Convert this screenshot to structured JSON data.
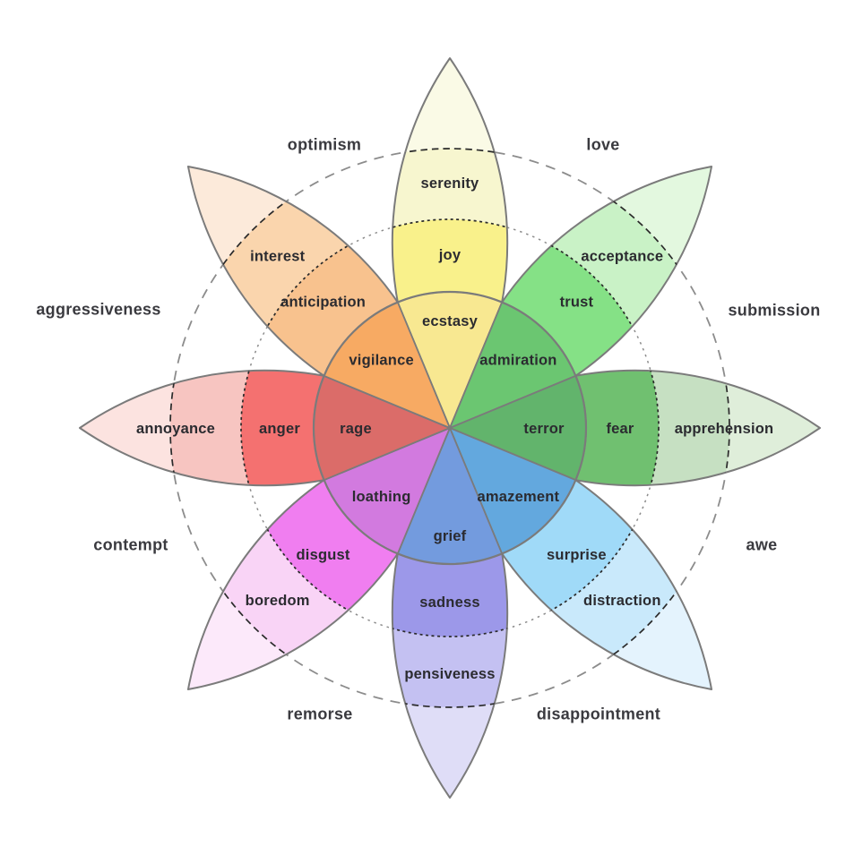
{
  "diagram": {
    "type": "plutchik-wheel-of-emotions",
    "background": "#ffffff",
    "stroke": {
      "outline": "#7b7b7b",
      "dashed_circles": "#8c8c8c",
      "band_dividers": "#2a2a2a"
    },
    "text_colors": {
      "emotion": "#2b2b30",
      "dyad": "#3a3a3f"
    },
    "petals": [
      {
        "direction": "north",
        "emotions": {
          "strongest": "ecstasy",
          "basic": "joy",
          "mild": "serenity"
        },
        "colors": {
          "strongest": "#F8E891",
          "basic": "#F9F18B",
          "mild": "#F7F6CF",
          "tip": "#FAFAE6"
        }
      },
      {
        "direction": "northeast",
        "emotions": {
          "strongest": "admiration",
          "basic": "trust",
          "mild": "acceptance"
        },
        "colors": {
          "strongest": "#6BC671",
          "basic": "#85E186",
          "mild": "#C9F2C6",
          "tip": "#E3F8DF"
        }
      },
      {
        "direction": "east",
        "emotions": {
          "strongest": "terror",
          "basic": "fear",
          "mild": "apprehension"
        },
        "colors": {
          "strongest": "#62B46C",
          "basic": "#70C070",
          "mild": "#C6E0C2",
          "tip": "#DFEEDA"
        }
      },
      {
        "direction": "southeast",
        "emotions": {
          "strongest": "amazement",
          "basic": "surprise",
          "mild": "distraction"
        },
        "colors": {
          "strongest": "#63A8DE",
          "basic": "#A0DAF8",
          "mild": "#C9E9FB",
          "tip": "#E4F3FD"
        }
      },
      {
        "direction": "south",
        "emotions": {
          "strongest": "grief",
          "basic": "sadness",
          "mild": "pensiveness"
        },
        "colors": {
          "strongest": "#739BDE",
          "basic": "#9C98E9",
          "mild": "#C4C1F2",
          "tip": "#DFDDF7"
        }
      },
      {
        "direction": "southwest",
        "emotions": {
          "strongest": "loathing",
          "basic": "disgust",
          "mild": "boredom"
        },
        "colors": {
          "strongest": "#D27ADF",
          "basic": "#F07EF0",
          "mild": "#F9D4F6",
          "tip": "#FCE9FA"
        }
      },
      {
        "direction": "west",
        "emotions": {
          "strongest": "rage",
          "basic": "anger",
          "mild": "annoyance"
        },
        "colors": {
          "strongest": "#DB6C69",
          "basic": "#F47170",
          "mild": "#F7C5C1",
          "tip": "#FCE3E0"
        }
      },
      {
        "direction": "northwest",
        "emotions": {
          "strongest": "vigilance",
          "basic": "anticipation",
          "mild": "interest"
        },
        "colors": {
          "strongest": "#F7AA63",
          "basic": "#F8C28E",
          "mild": "#FAD5AD",
          "tip": "#FCEADA"
        }
      }
    ],
    "dyads": [
      {
        "label": "optimism",
        "position": "top-left"
      },
      {
        "label": "love",
        "position": "top-right"
      },
      {
        "label": "submission",
        "position": "right-upper"
      },
      {
        "label": "awe",
        "position": "right-lower"
      },
      {
        "label": "disappointment",
        "position": "bottom-right"
      },
      {
        "label": "remorse",
        "position": "bottom-left"
      },
      {
        "label": "contempt",
        "position": "left-lower"
      },
      {
        "label": "aggressiveness",
        "position": "left-upper"
      }
    ]
  }
}
